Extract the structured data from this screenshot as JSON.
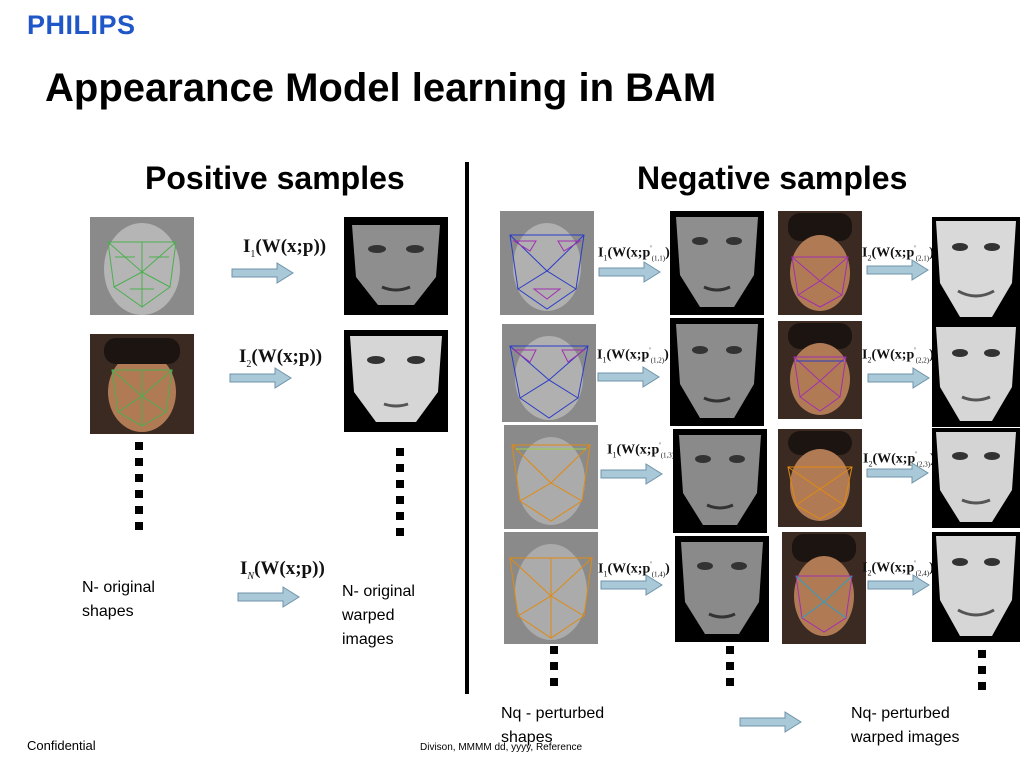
{
  "brand": {
    "logo_text": "PHILIPS",
    "color": "#1f56c8"
  },
  "slide": {
    "title": "Appearance Model learning in BAM"
  },
  "positive": {
    "heading": "Positive samples",
    "formulas": {
      "row1": {
        "prefix": "I",
        "sub": "1",
        "body": "(W(x;p)",
        "close": ")"
      },
      "row2": {
        "prefix": "I",
        "sub": "2",
        "body": "(W(x;p)",
        "close": ")"
      },
      "rowN": {
        "prefix": "I",
        "sub": "N",
        "body": "(W(x;p)",
        "close": ")"
      }
    },
    "caption_shapes": [
      "N- original",
      "shapes"
    ],
    "caption_warped": [
      "N- original",
      "warped",
      "images"
    ]
  },
  "negative": {
    "heading": "Negative samples",
    "left_formulas": [
      {
        "prefix": "I",
        "sub": "1",
        "body": "(W(x;p",
        "sup": "'",
        "psub": "(1,1)",
        "close": ")"
      },
      {
        "prefix": "I",
        "sub": "1",
        "body": "(W(x;p",
        "sup": "'",
        "psub": "(1,2)",
        "close": ")"
      },
      {
        "prefix": "I",
        "sub": "1",
        "body": "(W(x;p",
        "sup": "'",
        "psub": "(1,3)",
        "close": ")"
      },
      {
        "prefix": "I",
        "sub": "1",
        "body": "(W(x;p",
        "sup": "'",
        "psub": "(1,4)",
        "close": ")"
      }
    ],
    "right_formulas": [
      {
        "prefix": "I",
        "sub": "2",
        "body": "(W(x;p",
        "sup": "'",
        "psub": "(2,1)",
        "close": ")"
      },
      {
        "prefix": "I",
        "sub": "2",
        "body": "(W(x;p",
        "sup": "'",
        "psub": "(2,2)",
        "close": ")"
      },
      {
        "prefix": "I",
        "sub": "2",
        "body": "(W(x;p",
        "sup": "'",
        "psub": "(2,3)",
        "close": ")"
      },
      {
        "prefix": "I",
        "sub": "2",
        "body": "(W(x;p",
        "sup": "'",
        "psub": "(2,4)",
        "close": ")"
      }
    ],
    "caption_shapes": [
      "Nq - perturbed",
      "shapes"
    ],
    "caption_warped": [
      "Nq- perturbed",
      "warped images"
    ]
  },
  "footer": {
    "left": "Confidential",
    "center": "Divison, MMMM dd, yyyy, Reference"
  },
  "colors": {
    "arrow_fill": "#a9c8d8",
    "arrow_stroke": "#6f93a8",
    "mesh_green": "#4caf50",
    "mesh_blue": "#2a3cc8",
    "mesh_purple": "#a030b0",
    "mesh_orange": "#e08a10"
  }
}
